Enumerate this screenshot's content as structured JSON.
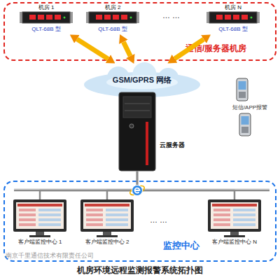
{
  "diagram": {
    "title": "机房环境远程监测报警系统拓扑图",
    "nodes": [
      {
        "text": [
          "通信/服务器机房"
        ]
      },
      {
        "text": [
          "机房 1",
          "QLT-68B 型"
        ],
        "in": 0
      },
      {
        "text": [
          "机房 2",
          "QLT-68B 型"
        ],
        "in": 0
      },
      {
        "text": [
          "机房 N",
          "QLT-68B 型"
        ],
        "in": 0
      },
      {
        "text": [
          "GSM/GPRS 网络"
        ]
      },
      {
        "text": [
          "短信/APP报警"
        ]
      },
      {
        "text": [
          "云服务器"
        ]
      },
      {
        "text": [
          "监控中心"
        ]
      },
      {
        "text": [
          "客户端监控中心 1"
        ],
        "in": 7
      },
      {
        "text": [
          "客户端监控中心 2"
        ],
        "in": 7
      },
      {
        "text": [
          "客户端监控中心 N"
        ],
        "in": 7
      }
    ],
    "edges": [
      {
        "from": 1,
        "to": 4,
        "arrow": "both"
      },
      {
        "from": 2,
        "to": 4,
        "arrow": "both"
      },
      {
        "from": 3,
        "to": 4,
        "arrow": "both"
      },
      {
        "from": 6,
        "to": 8,
        "arrow": "none"
      },
      {
        "from": 6,
        "to": 9,
        "arrow": "none"
      },
      {
        "from": 6,
        "to": 10,
        "arrow": "none"
      }
    ],
    "labels": [
      "… …",
      "… …",
      "南京千里通信技术有限责任公司"
    ]
  }
}
